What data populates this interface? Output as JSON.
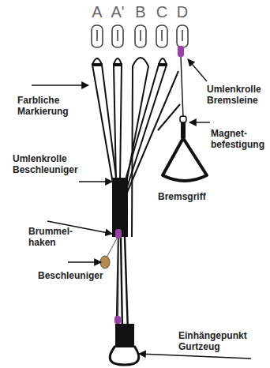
{
  "diagram": {
    "labels": [
      "A",
      "A'",
      "B",
      "C",
      "D",
      "Umlenkrolle Bremsleine",
      "Farbliche Markierung",
      "Magnet- befestigung",
      "Bremsgriff",
      "Umlenkrolle Beschleuniger",
      "Brummel- haken",
      "Beschleuniger",
      "Einhängepunkt Gurtzeug"
    ]
  }
}
